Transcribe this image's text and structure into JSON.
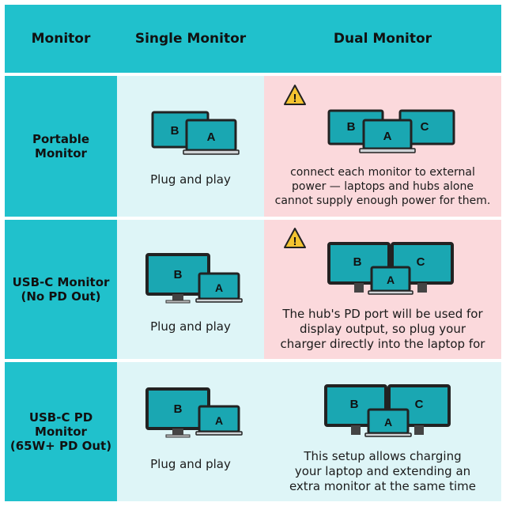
{
  "header": {
    "col1": "Monitor",
    "col2": "Single Monitor",
    "col3": "Dual Monitor"
  },
  "rows": [
    {
      "label": [
        "Portable",
        "Monitor"
      ],
      "single_caption": "Plug and play",
      "dual_text": [
        "connect each monitor to external",
        "power — laptops and hubs alone",
        "cannot supply enough power for them."
      ],
      "warning": "!"
    },
    {
      "label": [
        "USB-C Monitor",
        "(No PD Out)"
      ],
      "single_caption": "Plug and play",
      "dual_text": [
        "The hub's PD port will be used for",
        "display output, so plug your",
        "charger directly into the laptop for"
      ],
      "warning": "!"
    },
    {
      "label": [
        "USB-C PD",
        "Monitor",
        "(65W+ PD Out)"
      ],
      "single_caption": "Plug and play",
      "dual_text": [
        "This setup allows charging",
        "your laptop and extending an",
        "extra monitor at the same time"
      ]
    }
  ],
  "screen_labels": {
    "a": "A",
    "b": "B",
    "c": "C"
  },
  "colors": {
    "header_teal": "#20c1cc",
    "screen_teal": "#1aa7b2",
    "cell_light": "#def5f7",
    "warning_pink": "#fbd9dc",
    "warning_yellow": "#f4c430"
  }
}
